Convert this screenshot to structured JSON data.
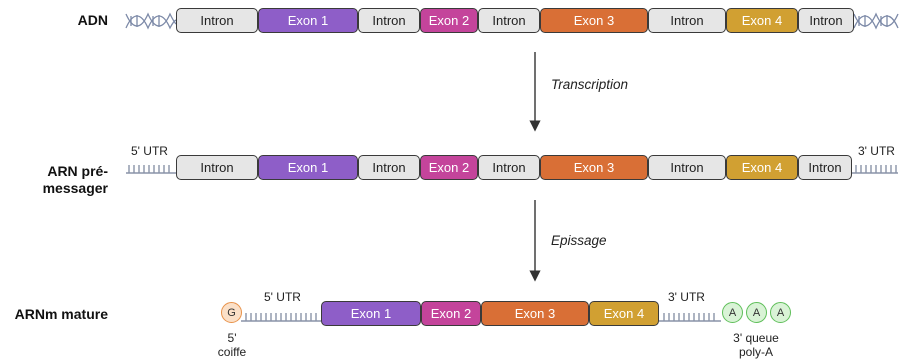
{
  "rows": {
    "adn": {
      "label": "ADN"
    },
    "pre_mrna": {
      "label_line1": "ARN pré-",
      "label_line2": "messager"
    },
    "mature": {
      "label": "ARNm mature"
    }
  },
  "segments": [
    {
      "kind": "intron",
      "label": "Intron"
    },
    {
      "kind": "exon",
      "label": "Exon 1",
      "color": "#8e5ec8"
    },
    {
      "kind": "intron",
      "label": "Intron"
    },
    {
      "kind": "exon",
      "label": "Exon 2",
      "color": "#c4449b"
    },
    {
      "kind": "intron",
      "label": "Intron"
    },
    {
      "kind": "exon",
      "label": "Exon 3",
      "color": "#d96f36"
    },
    {
      "kind": "intron",
      "label": "Intron"
    },
    {
      "kind": "exon",
      "label": "Exon 4",
      "color": "#d1a032"
    },
    {
      "kind": "intron",
      "label": "Intron"
    }
  ],
  "mature_exons": [
    {
      "label": "Exon 1",
      "color": "#8e5ec8"
    },
    {
      "label": "Exon 2",
      "color": "#c4449b"
    },
    {
      "label": "Exon 3",
      "color": "#d96f36"
    },
    {
      "label": "Exon 4",
      "color": "#d1a032"
    }
  ],
  "steps": {
    "transcription": "Transcription",
    "splicing": "Epissage"
  },
  "utr": {
    "five": "5' UTR",
    "three": "3' UTR"
  },
  "cap": {
    "letter": "G",
    "line1": "5'",
    "line2": "coiffe"
  },
  "polya": {
    "letter": "A",
    "line1": "3' queue",
    "line2": "poly-A"
  },
  "colors": {
    "intron_fill": "#e6e6e6",
    "outline": "#3a3a3a",
    "backbone": "#8a93a8"
  }
}
